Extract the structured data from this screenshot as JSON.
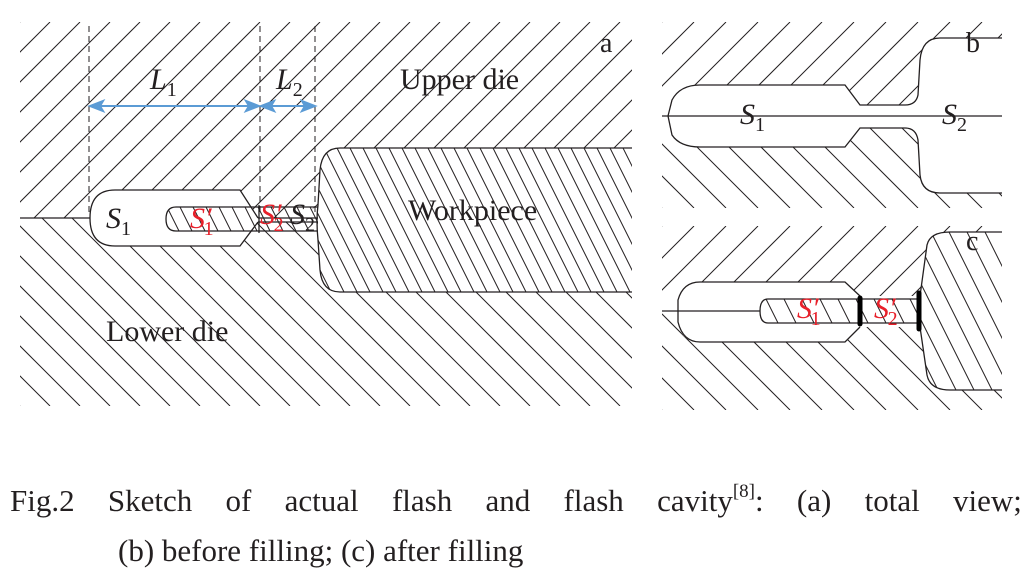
{
  "panel_a": {
    "tag": "a",
    "upper_die": "Upper die",
    "lower_die": "Lower die",
    "workpiece": "Workpiece",
    "dim_L1": {
      "letter": "L",
      "sub": "1"
    },
    "dim_L2": {
      "letter": "L",
      "sub": "2"
    },
    "S1": {
      "letter": "S",
      "sub": "1"
    },
    "S1p": {
      "letter": "S′",
      "sub": "1"
    },
    "S2p": {
      "letter": "S′",
      "sub": "2"
    },
    "S2": {
      "letter": "S",
      "sub": "2"
    }
  },
  "panel_b": {
    "tag": "b",
    "S1": {
      "letter": "S",
      "sub": "1"
    },
    "S2": {
      "letter": "S",
      "sub": "2"
    }
  },
  "panel_c": {
    "tag": "c",
    "S1p": {
      "letter": "S′",
      "sub": "1"
    },
    "S2p": {
      "letter": "S′",
      "sub": "2"
    }
  },
  "colors": {
    "ink": "#231f20",
    "highlight_red": "#e8202a",
    "dimension_blue": "#5b9bd5"
  },
  "caption": {
    "fig_no": "Fig.2",
    "words": [
      "Sketch",
      "of",
      "actual",
      "flash",
      "and",
      "flash"
    ],
    "cavity": "cavity",
    "ref": "[8]",
    "after_ref": ":",
    "a_part": "(a)",
    "total": "total",
    "view": "view;",
    "line2": "(b) before filling; (c) after filling"
  }
}
